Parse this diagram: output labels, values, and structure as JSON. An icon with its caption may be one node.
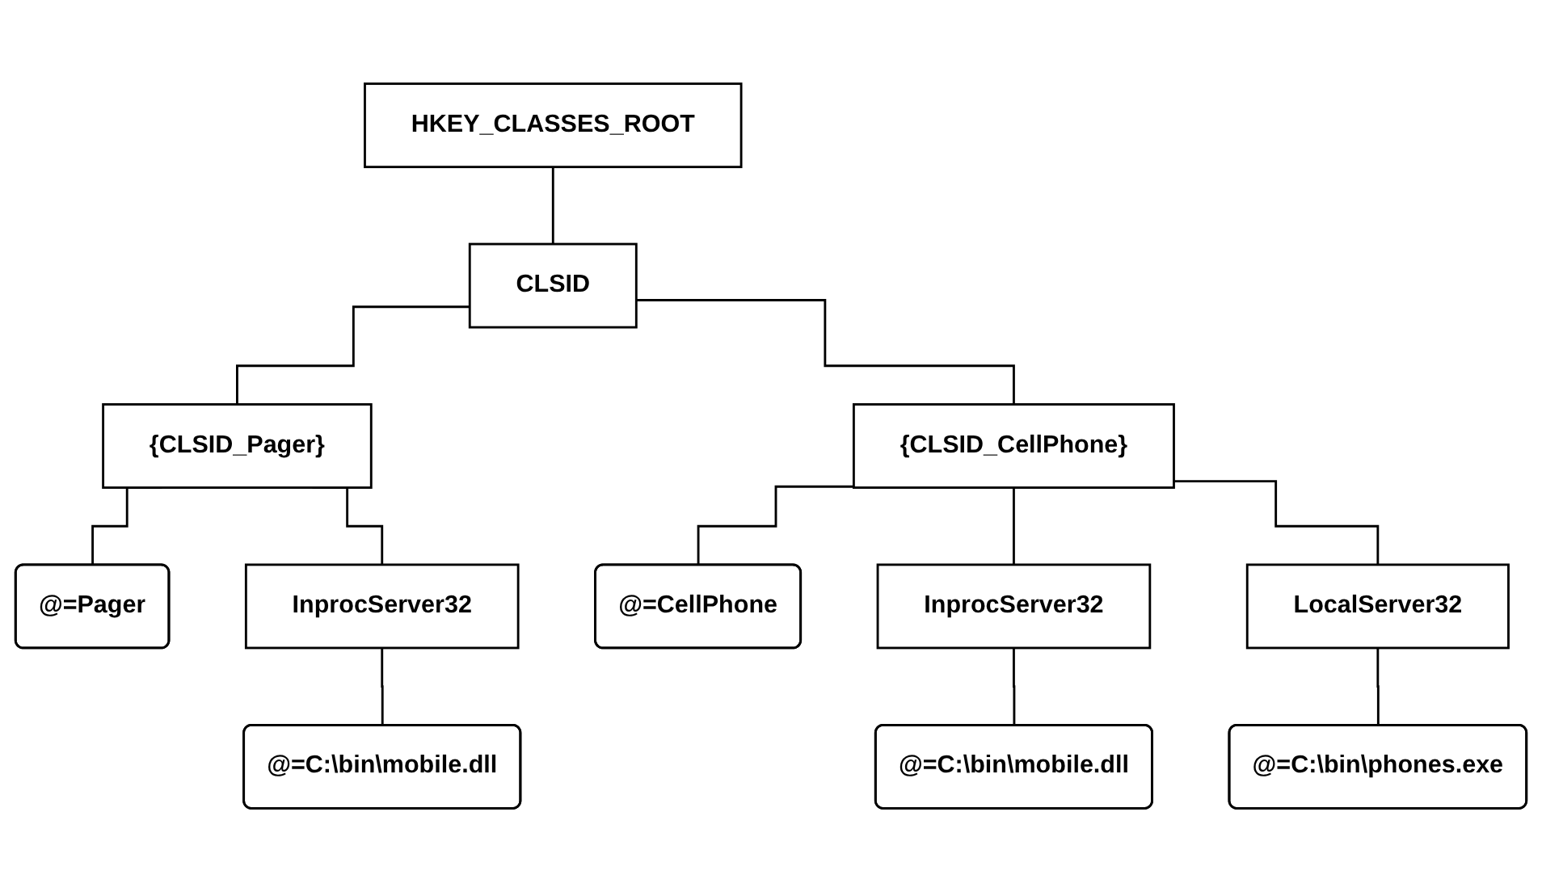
{
  "diagram": {
    "nodes": [
      {
        "text": [
          "HKEY_CLASSES_ROOT"
        ]
      },
      {
        "text": [
          "CLSID"
        ]
      },
      {
        "text": [
          "{CLSID_Pager}"
        ]
      },
      {
        "text": [
          "@=Pager"
        ]
      },
      {
        "text": [
          "InprocServer32"
        ]
      },
      {
        "text": [
          "@=C:\\bin\\mobile.dll"
        ]
      },
      {
        "text": [
          "{CLSID_CellPhone}"
        ]
      },
      {
        "text": [
          "@=CellPhone"
        ]
      },
      {
        "text": [
          "InprocServer32"
        ]
      },
      {
        "text": [
          "@=C:\\bin\\mobile.dll"
        ]
      },
      {
        "text": [
          "LocalServer32"
        ]
      },
      {
        "text": [
          "@=C:\\bin\\phones.exe"
        ]
      }
    ],
    "edges": [
      {
        "from": 0,
        "to": 1,
        "arrow": "none"
      },
      {
        "from": 1,
        "to": 2,
        "arrow": "none"
      },
      {
        "from": 1,
        "to": 6,
        "arrow": "none"
      },
      {
        "from": 2,
        "to": 3,
        "arrow": "none"
      },
      {
        "from": 2,
        "to": 4,
        "arrow": "none"
      },
      {
        "from": 4,
        "to": 5,
        "arrow": "none"
      },
      {
        "from": 6,
        "to": 7,
        "arrow": "none"
      },
      {
        "from": 6,
        "to": 8,
        "arrow": "none"
      },
      {
        "from": 8,
        "to": 9,
        "arrow": "none"
      },
      {
        "from": 6,
        "to": 10,
        "arrow": "none"
      },
      {
        "from": 10,
        "to": 11,
        "arrow": "none"
      }
    ]
  }
}
